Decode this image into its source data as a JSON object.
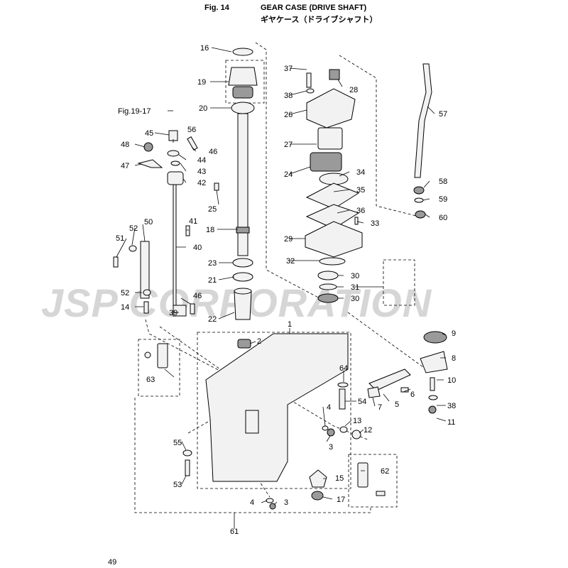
{
  "header": {
    "fig": "Fig. 14",
    "title_en": "GEAR CASE (DRIVE SHAFT)",
    "title_jp": "ギヤケース（ドライブシャフト）"
  },
  "watermark": "JSP CORPORATION",
  "cross_ref": "Fig.19-17",
  "page_number": "49",
  "callouts": [
    "1",
    "2",
    "3",
    "3",
    "4",
    "4",
    "5",
    "6",
    "7",
    "8",
    "9",
    "10",
    "11",
    "12",
    "13",
    "14",
    "15",
    "16",
    "17",
    "18",
    "19",
    "20",
    "21",
    "22",
    "23",
    "24",
    "25",
    "26",
    "27",
    "28",
    "29",
    "30",
    "30",
    "31",
    "32",
    "33",
    "34",
    "35",
    "36",
    "37",
    "38",
    "38",
    "39",
    "40",
    "41",
    "42",
    "43",
    "44",
    "45",
    "46",
    "46",
    "47",
    "48",
    "50",
    "51",
    "52",
    "52",
    "53",
    "54",
    "55",
    "56",
    "57",
    "58",
    "59",
    "60",
    "61",
    "62",
    "63",
    "64"
  ]
}
